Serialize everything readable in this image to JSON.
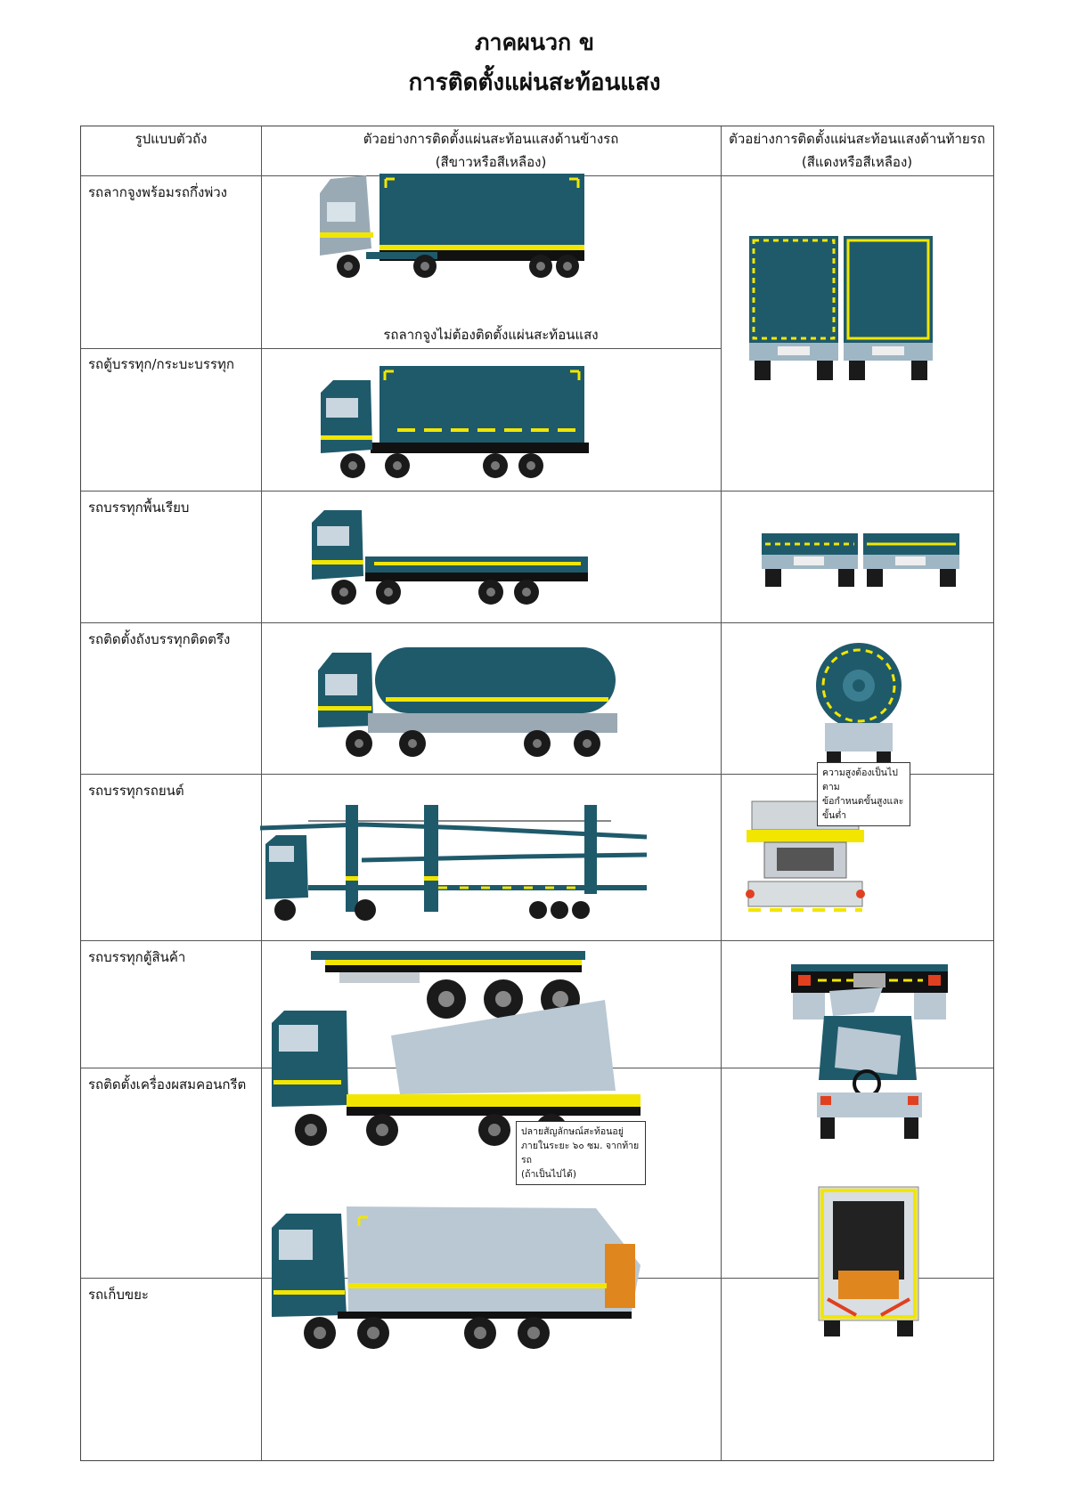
{
  "title": "ภาคผนวก ข",
  "subtitle": "การติดตั้งแผ่นสะท้อนแสง",
  "columns": {
    "type": "รูปแบบตัวถัง",
    "side": "ตัวอย่างการติดตั้งแผ่นสะท้อนแสงด้านข้างรถ",
    "side_note": "(สีขาวหรือสีเหลือง)",
    "rear": "ตัวอย่างการติดตั้งแผ่นสะท้อนแสงด้านท้ายรถ",
    "rear_note": "(สีแดงหรือสีเหลือง)"
  },
  "rows": [
    {
      "label": "รถลากจูงพร้อมรถกึ่งพ่วง",
      "note": "รถลากจูงไม่ต้องติดตั้งแผ่นสะท้อนแสง"
    },
    {
      "label": "รถตู้บรรทุก/กระบะบรรทุก"
    },
    {
      "label": "รถบรรทุกพื้นเรียบ"
    },
    {
      "label": "รถติดตั้งถังบรรทุกติดตรึง"
    },
    {
      "label": "รถบรรทุกรถยนต์",
      "rear_callout": [
        "ความสูงต้องเป็นไปตาม",
        "ข้อกำหนดขั้นสูงและขั้นต่ำ"
      ]
    },
    {
      "label": "รถบรรทุกตู้สินค้า"
    },
    {
      "label": "รถติดตั้งเครื่องผสมคอนกรีต",
      "side_callout": [
        "ปลายสัญลักษณ์สะท้อนอยู่",
        "ภายในระยะ ๖๐ ซม. จากท้ายรถ",
        "(ถ้าเป็นไปได้)"
      ]
    },
    {
      "label": "รถเก็บขยะ"
    }
  ],
  "colors": {
    "body": "#1f5a6b",
    "reflector": "#f2e600",
    "steel": "#b9c8d3",
    "tire": "#1a1a1a"
  }
}
